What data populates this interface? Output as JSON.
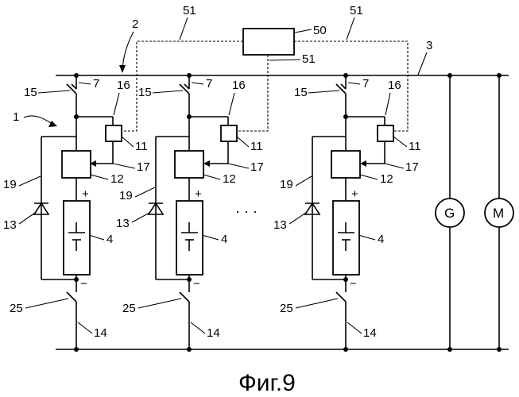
{
  "figure": {
    "caption": "Фиг.9",
    "ellipsis": "· · ·"
  },
  "labels": {
    "system": "1",
    "bus_top_ref": "2",
    "bus": "3",
    "controller": "50",
    "comm_line": "51",
    "generator": "G",
    "motor": "M"
  },
  "modules": [
    {
      "switch_top": "15",
      "switch_top_node": "7",
      "sensor_node": "16",
      "sensor": "11",
      "converter": "12",
      "control_line": "17",
      "bypass": "19",
      "diode": "13",
      "battery": "4",
      "switch_bottom": "25",
      "switch_bottom_node": "14"
    },
    {
      "switch_top": "15",
      "switch_top_node": "7",
      "sensor_node": "16",
      "sensor": "11",
      "converter": "12",
      "control_line": "17",
      "bypass": "19",
      "diode": "13",
      "battery": "4",
      "switch_bottom": "25",
      "switch_bottom_node": "14"
    },
    {
      "switch_top": "15",
      "switch_top_node": "7",
      "sensor_node": "16",
      "sensor": "11",
      "converter": "12",
      "control_line": "17",
      "bypass": "19",
      "diode": "13",
      "battery": "4",
      "switch_bottom": "25",
      "switch_bottom_node": "14"
    }
  ],
  "polarity": {
    "plus": "+",
    "minus": "−"
  }
}
